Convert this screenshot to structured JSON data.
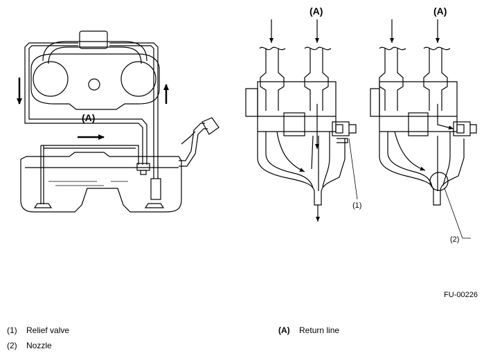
{
  "diagram": {
    "label_a": "(A)",
    "callout_1": "(1)",
    "callout_2": "(2)",
    "figure_code": "FU-00226"
  },
  "legend": {
    "item1": {
      "num": "(1)",
      "text": "Relief valve"
    },
    "item2": {
      "num": "(2)",
      "text": "Nozzle"
    },
    "itemA": {
      "num": "(A)",
      "text": "Return line"
    }
  }
}
